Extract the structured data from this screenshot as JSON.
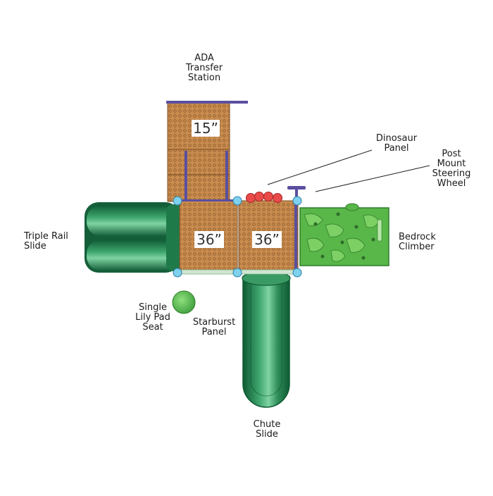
{
  "labels": {
    "ada": "ADA\nTransfer\nStation",
    "dinosaur": "Dinosaur\nPanel",
    "steering": "Post\nMount\nSteering\nWheel",
    "triple_rail": "Triple Rail\nSlide",
    "bedrock": "Bedrock\nClimber",
    "lily_pad": "Single\nLily Pad\nSeat",
    "starburst": "Starburst\nPanel",
    "chute": "Chute\nSlide"
  },
  "deck_heights": {
    "transfer": "15”",
    "left_deck": "36”",
    "right_deck": "36”"
  },
  "colors": {
    "deck": "#c98c4e",
    "deck_dot": "#8a5a2e",
    "slide_green": "#1f7a4a",
    "climber_green": "#59b649",
    "rail_purple": "#5a4fa0",
    "post_blue": "#7fd1ee",
    "dino_red": "#e84a4a"
  }
}
